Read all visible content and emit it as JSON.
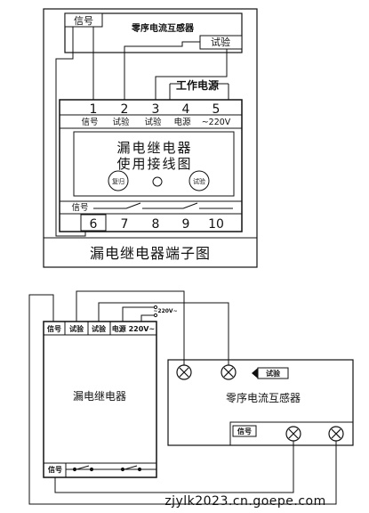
{
  "top_diagram": {
    "signal_label": "信号",
    "ct_label": "零序电流互感器",
    "test_label": "试验",
    "work_power": "工作电源",
    "terminals_top": [
      "1",
      "2",
      "3",
      "4",
      "5"
    ],
    "top_row_labels": [
      "信号",
      "试验",
      "试验",
      "电源",
      "~220V"
    ],
    "title_line1": "漏电继电器",
    "title_line2": "使用接线图",
    "reset_button": "复归",
    "test_button": "试验",
    "signal_small": "信号",
    "terminals_bottom": [
      "6",
      "7",
      "8",
      "9",
      "10"
    ],
    "caption": "漏电继电器端子图"
  },
  "bottom_diagram": {
    "header_cells": [
      "信号",
      "试验",
      "试验",
      "电源 220V~"
    ],
    "power_note": "~220V~",
    "relay_name": "漏电继电器",
    "ct_name": "零序电流互感器",
    "test_tag": "试验",
    "signal_tag": "信号",
    "bottom_signal": "信号"
  },
  "watermark": "zjylk2023.cn.goepe.com"
}
